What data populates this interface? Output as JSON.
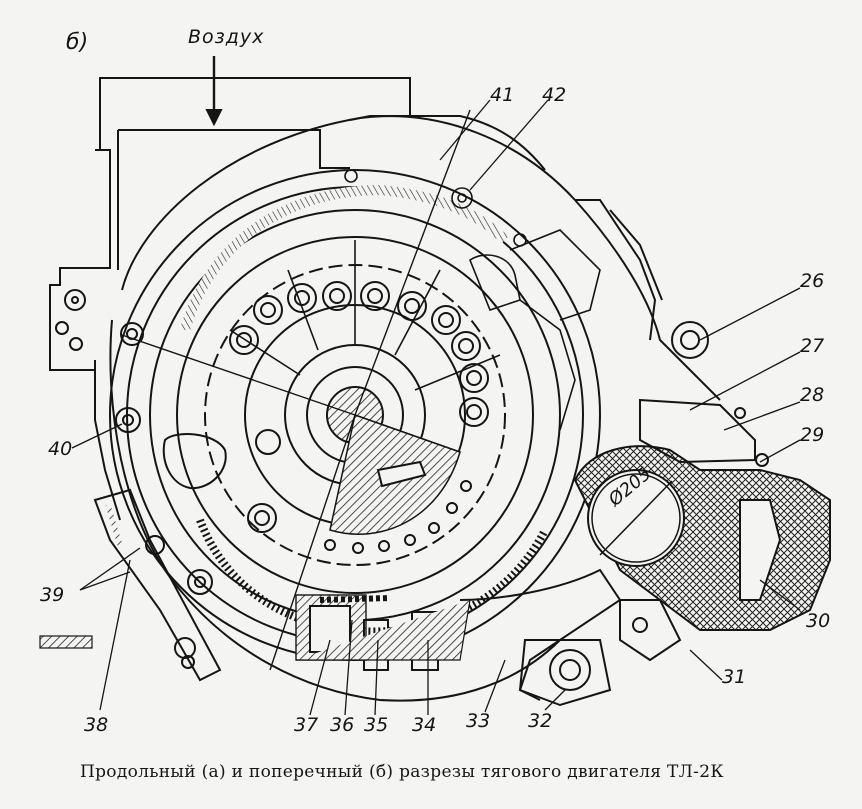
{
  "panel_letter": "б)",
  "airflow_label": "Воздух",
  "callouts": [
    {
      "id": "c26",
      "text": "26"
    },
    {
      "id": "c27",
      "text": "27"
    },
    {
      "id": "c28",
      "text": "28"
    },
    {
      "id": "c29",
      "text": "29"
    },
    {
      "id": "c30",
      "text": "30"
    },
    {
      "id": "c31",
      "text": "31"
    },
    {
      "id": "c32",
      "text": "32"
    },
    {
      "id": "c33",
      "text": "33"
    },
    {
      "id": "c34",
      "text": "34"
    },
    {
      "id": "c35",
      "text": "35"
    },
    {
      "id": "c36",
      "text": "36"
    },
    {
      "id": "c37",
      "text": "37"
    },
    {
      "id": "c38",
      "text": "38"
    },
    {
      "id": "c39",
      "text": "39"
    },
    {
      "id": "c40",
      "text": "40"
    },
    {
      "id": "c41",
      "text": "41"
    },
    {
      "id": "c42",
      "text": "42"
    }
  ],
  "dimension_label": "Ø205",
  "caption": "Продольный (а) и поперечный (б) разрезы тягового двигателя ТЛ-2К"
}
